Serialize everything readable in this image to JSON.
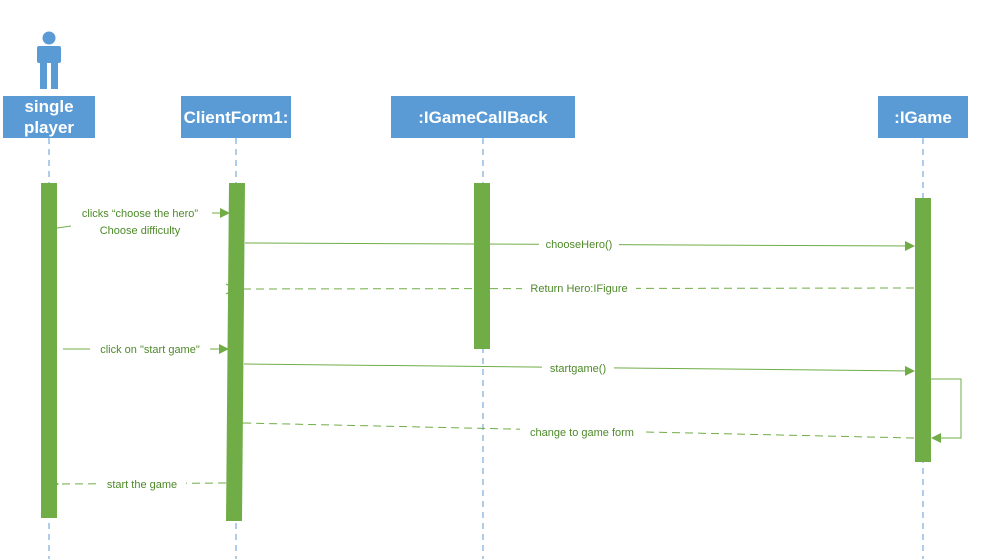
{
  "colors": {
    "header_fill": "#5b9bd5",
    "header_text": "#ffffff",
    "lifeline": "#5b9bd5",
    "activation": "#70ad47",
    "message": "#70ad47",
    "message_text": "#4e8a2a",
    "actor_icon": "#5b9bd5"
  },
  "actor": {
    "icon": "person-icon"
  },
  "participants": {
    "single_player": "single player",
    "client_form": "ClientForm1:",
    "callback": ":IGameCallBack",
    "game": ":IGame"
  },
  "messages": {
    "m1_line1": "clicks “choose the hero”",
    "m1_line2": "Choose difficulty",
    "m2": "chooseHero()",
    "m3": "Return Hero:IFigure",
    "m4": "click on \"start game\"",
    "m5": "startgame()",
    "m6": "change to game form",
    "m7": "start the game"
  }
}
